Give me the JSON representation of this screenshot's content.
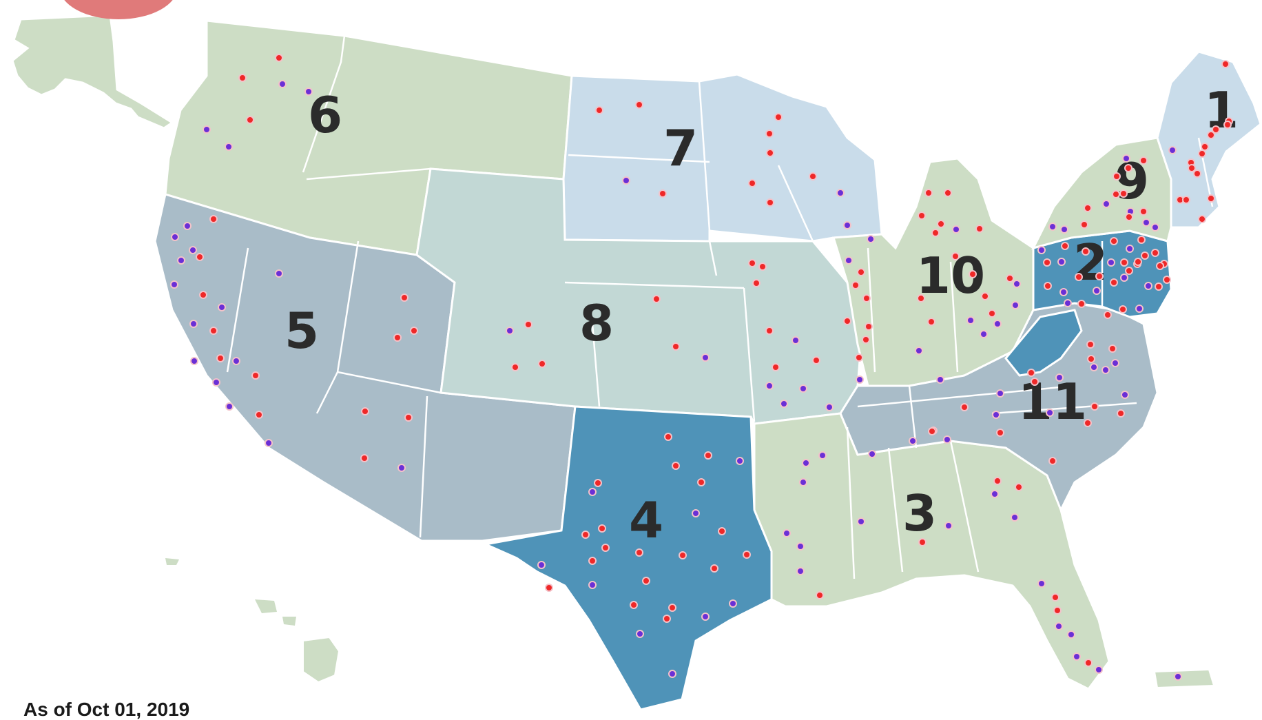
{
  "map": {
    "region_labels": [
      "1",
      "2",
      "3",
      "4",
      "5",
      "6",
      "7",
      "8",
      "9",
      "10",
      "11"
    ],
    "footnote": "As of Oct 01, 2019"
  },
  "colors": {
    "background": "#ffffff",
    "region_green": "#cdddc5",
    "region_light_blue": "#c9dcea",
    "region_slate": "#a9bcc8",
    "region_teal_light": "#c2d8d5",
    "region_dark_blue": "#4f93b8",
    "state_border": "#ffffff",
    "marker_red": "#ef2828",
    "marker_purple": "#6b2fd6",
    "marker_ring": "#f3c2c9",
    "badge": "#e07a7a"
  },
  "legend": {
    "marker_types": [
      {
        "name": "red-marker",
        "color": "#ef2828"
      },
      {
        "name": "purple-marker",
        "color": "#6b2fd6"
      }
    ]
  }
}
